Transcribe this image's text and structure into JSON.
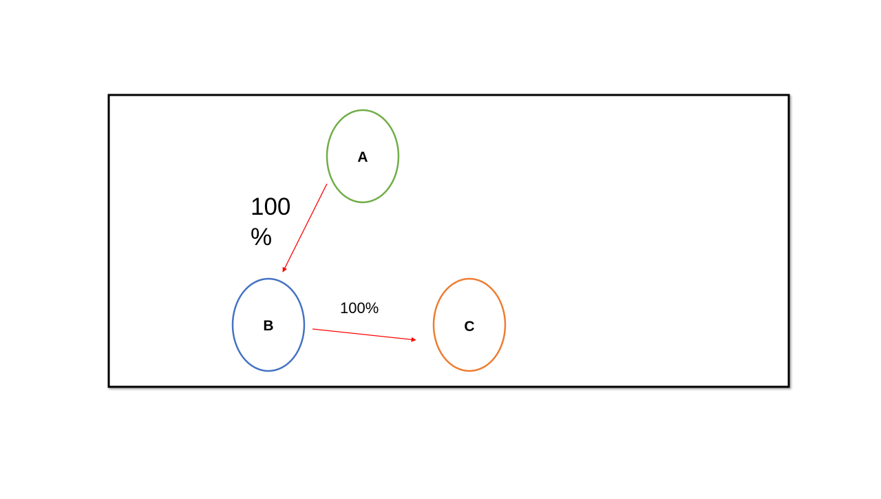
{
  "diagram": {
    "nodes": [
      {
        "id": "A",
        "label": "A",
        "stroke": "#70ad47"
      },
      {
        "id": "B",
        "label": "B",
        "stroke": "#4472c4"
      },
      {
        "id": "C",
        "label": "C",
        "stroke": "#ed7d31"
      }
    ],
    "edges": [
      {
        "from": "A",
        "to": "B",
        "label_line1": "100",
        "label_line2": "%"
      },
      {
        "from": "B",
        "to": "C",
        "label": "100%"
      }
    ],
    "colors": {
      "arrow": "#ff0000",
      "frame": "#000000",
      "text": "#000000"
    }
  }
}
